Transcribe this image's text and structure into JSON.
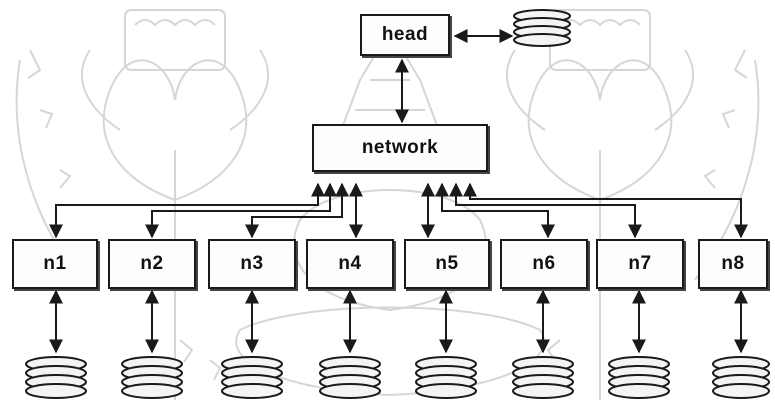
{
  "diagram": {
    "head_label": "head",
    "network_label": "network",
    "nodes": [
      {
        "label": "n1"
      },
      {
        "label": "n2"
      },
      {
        "label": "n3"
      },
      {
        "label": "n4"
      },
      {
        "label": "n5"
      },
      {
        "label": "n6"
      },
      {
        "label": "n7"
      },
      {
        "label": "n8"
      }
    ],
    "colors": {
      "line": "#1a1a1a",
      "box_border": "#1a1a1a",
      "watermark": "#d6d6d6"
    },
    "icons": {
      "storage": "disk-stack-icon",
      "link": "double-arrow-icon",
      "watermark": "emblem-watermark"
    }
  }
}
